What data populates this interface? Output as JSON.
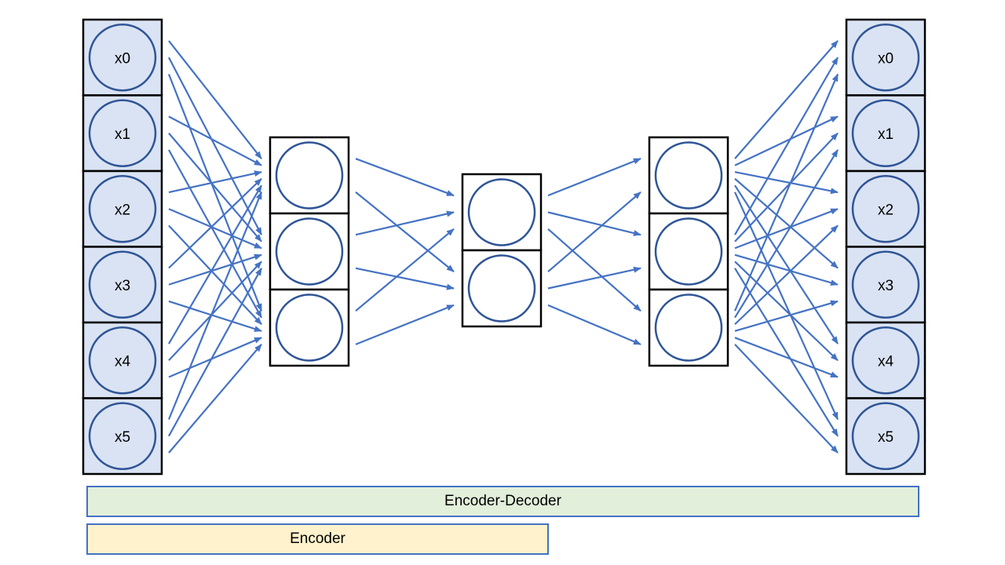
{
  "layers": [
    {
      "id": "input",
      "nodes": [
        "x0",
        "x1",
        "x2",
        "x3",
        "x4",
        "x5"
      ]
    },
    {
      "id": "hidden-1",
      "nodes": [
        "",
        "",
        ""
      ]
    },
    {
      "id": "bottleneck",
      "nodes": [
        "",
        ""
      ]
    },
    {
      "id": "hidden-2",
      "nodes": [
        "",
        "",
        ""
      ]
    },
    {
      "id": "output",
      "nodes": [
        "x0",
        "x1",
        "x2",
        "x3",
        "x4",
        "x5"
      ]
    }
  ],
  "bars": {
    "encoder_decoder": "Encoder-Decoder",
    "encoder": "Encoder"
  },
  "colors": {
    "arrow": "#4472c4",
    "node_stroke": "#2f5597",
    "io_fill": "#dae3f3",
    "encoder_decoder_fill": "#e2efda",
    "encoder_fill": "#fff2cc"
  }
}
